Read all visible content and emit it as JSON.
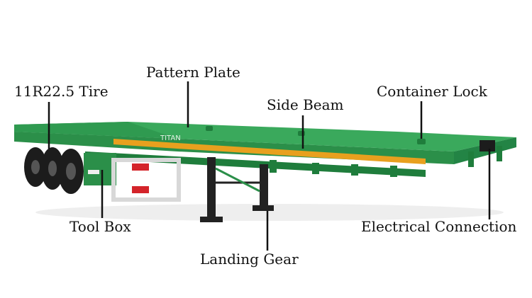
{
  "diagram": {
    "labels": {
      "tire": "11R22.5 Tire",
      "pattern_plate": "Pattern Plate",
      "side_beam": "Side Beam",
      "container_lock": "Container Lock",
      "tool_box": "Tool Box",
      "landing_gear": "Landing Gear",
      "electrical_connection": "Electrical Connection"
    },
    "brand_text": "TITAN",
    "colors": {
      "deck": "#2e9a4f",
      "deck_light": "#3fb565",
      "frame": "#1f7d3c",
      "beam_stripe": "#e8a01e",
      "tire": "#1c1c1c",
      "leader": "#111111",
      "reflector_red": "#d4242a"
    }
  }
}
